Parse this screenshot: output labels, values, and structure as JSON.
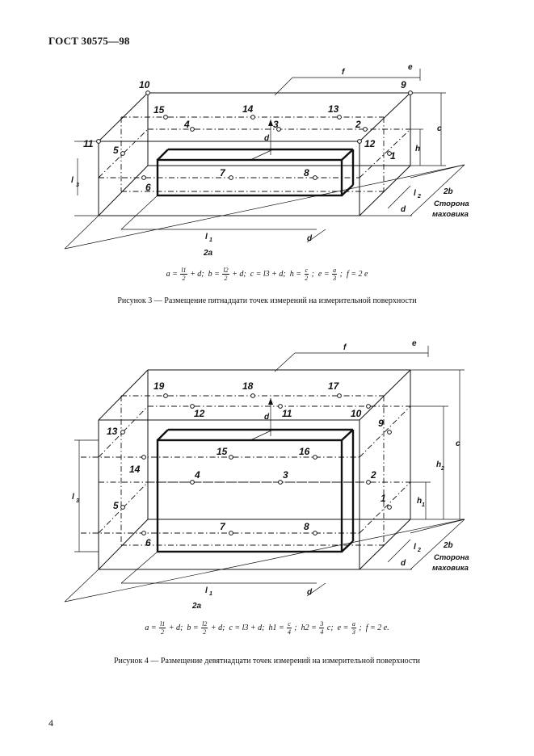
{
  "header": {
    "title": "ГОСТ 30575—98"
  },
  "figure3": {
    "points": [
      "1",
      "2",
      "3",
      "4",
      "5",
      "6",
      "7",
      "8",
      "9",
      "10",
      "11",
      "12",
      "13",
      "14",
      "15"
    ],
    "dims": {
      "f": "f",
      "e": "e",
      "c": "c",
      "h": "h",
      "l3": "l",
      "l3_sub": "3",
      "l2": "l",
      "l2_sub": "2",
      "d_top": "d",
      "d_side": "d",
      "d_bottom": "d",
      "l1": "l",
      "l1_sub": "1",
      "2a": "2a",
      "2b": "2b"
    },
    "side_label_1": "Сторона",
    "side_label_2": "маховика",
    "formula": {
      "a": "a =",
      "a_num": "l1",
      "a_den": "2",
      "a_tail": "+ d;",
      "b": "b =",
      "b_num": "l2",
      "b_den": "2",
      "b_tail": "+ d;",
      "c": "c = l3 + d;",
      "h": "h =",
      "h_num": "c",
      "h_den": "2",
      "h_tail": ";",
      "e": "e =",
      "e_num": "a",
      "e_den": "3",
      "e_tail": ";",
      "f": "f = 2 e"
    },
    "caption": "Рисунок 3 — Размещение пятнадцати точек измерений на измерительной поверхности"
  },
  "figure4": {
    "points": [
      "1",
      "2",
      "3",
      "4",
      "5",
      "6",
      "7",
      "8",
      "9",
      "10",
      "11",
      "12",
      "13",
      "14",
      "15",
      "16",
      "17",
      "18",
      "19"
    ],
    "dims": {
      "f": "f",
      "e": "e",
      "c": "c",
      "h2": "h",
      "h2_sub": "2",
      "h1": "h",
      "h1_sub": "1",
      "l3": "l",
      "l3_sub": "3",
      "l2": "l",
      "l2_sub": "2",
      "d_top": "d",
      "d_side": "d",
      "d_bottom": "d",
      "l1": "l",
      "l1_sub": "1",
      "2a": "2a",
      "2b": "2b"
    },
    "side_label_1": "Сторона",
    "side_label_2": "маховика",
    "formula": {
      "a": "a =",
      "a_num": "l1",
      "a_den": "2",
      "a_tail": "+ d;",
      "b": "b =",
      "b_num": "l2",
      "b_den": "2",
      "b_tail": "+ d;",
      "c": "c = l3 + d;",
      "h1": "h1 =",
      "h1_num": "c",
      "h1_den": "4",
      "h1_tail": ";",
      "h2": "h2 =",
      "h2_num": "3",
      "h2_den": "4",
      "h2_tail": "c;",
      "e": "e =",
      "e_num": "a",
      "e_den": "3",
      "e_tail": ";",
      "f": "f = 2 e."
    },
    "caption": "Рисунок 4 — Размещение девятнадцати точек измерений на измерительной поверхности"
  },
  "page_number": "4"
}
